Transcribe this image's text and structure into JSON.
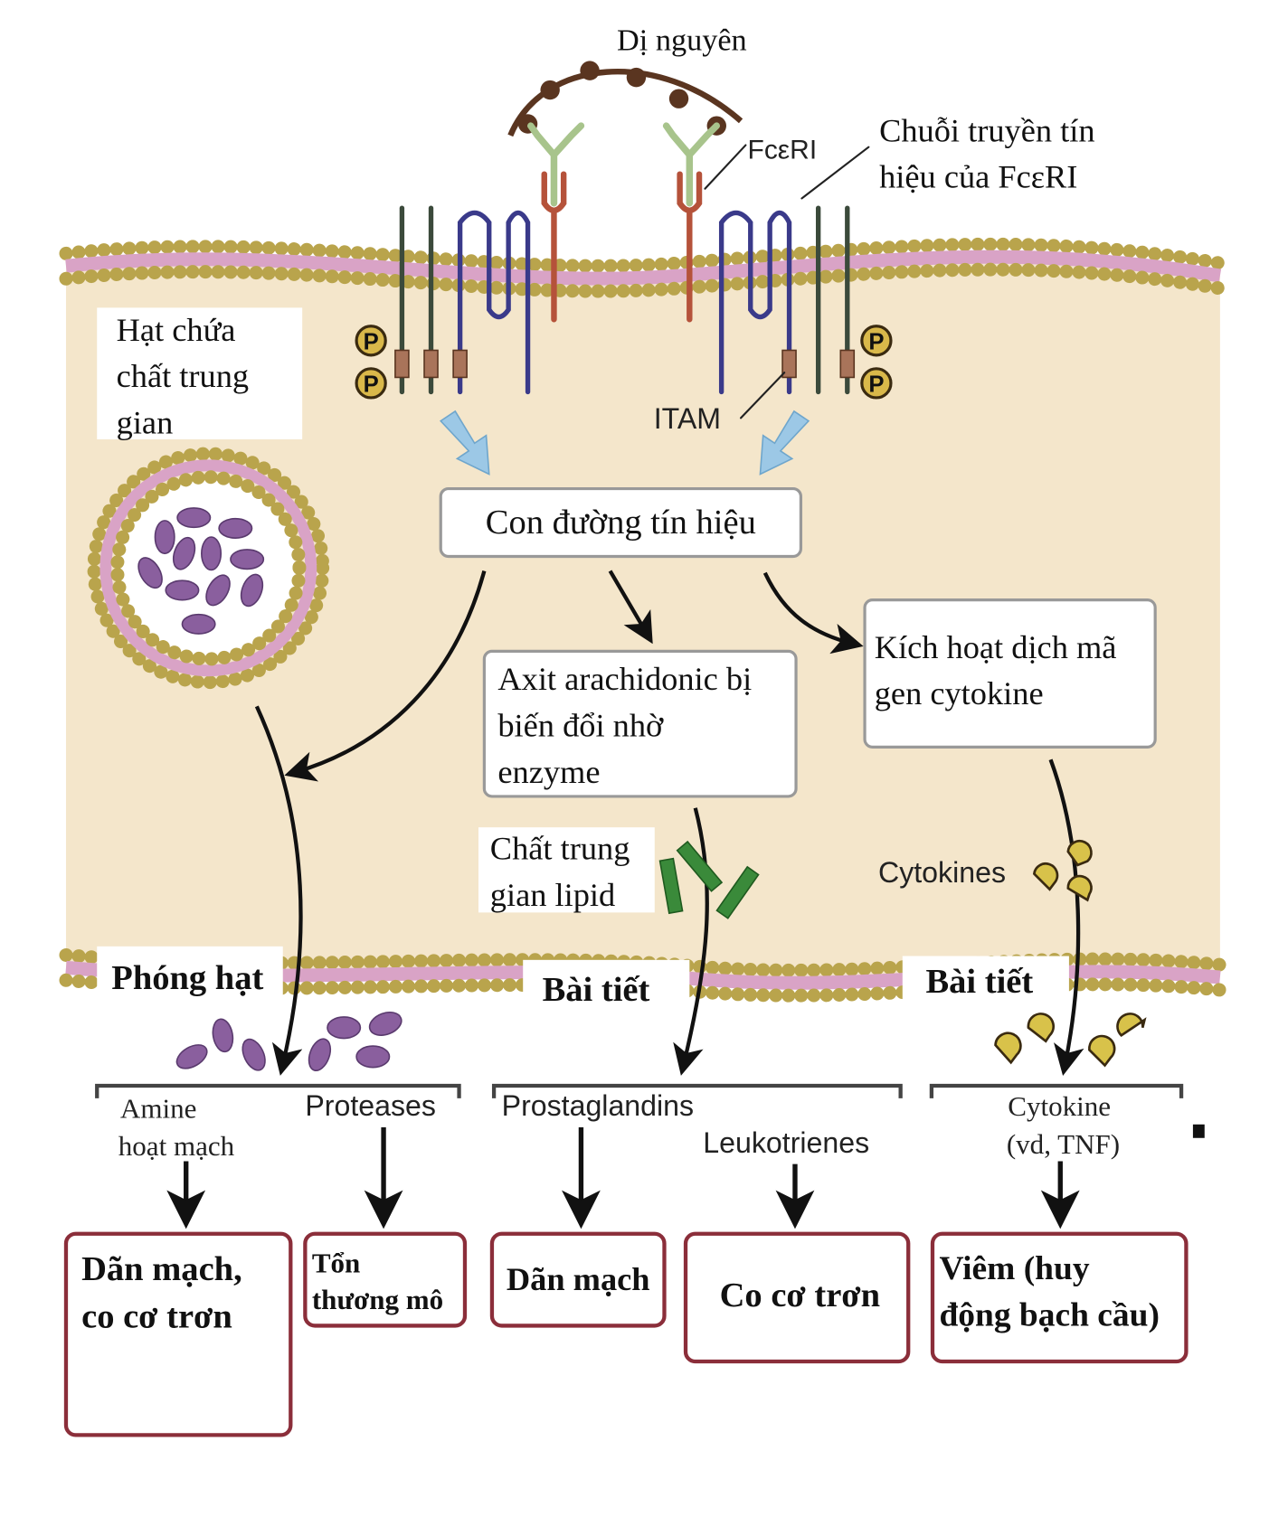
{
  "labels": {
    "allergen": "Dị nguyên",
    "fceri": "FcεRI",
    "signal_chain_1": "Chuỗi truyền tín",
    "signal_chain_2": "hiệu của FcεRI",
    "granule_1": "Hạt chứa",
    "granule_2": "chất trung",
    "granule_3": "gian",
    "itam": "ITAM",
    "phospho": "P",
    "pathway": "Con đường tín hiệu",
    "arachidonic_1": "Axit arachidonic bị",
    "arachidonic_2": "biến đổi nhờ",
    "arachidonic_3": "enzyme",
    "cytokine_gene_1": "Kích hoạt dịch mã",
    "cytokine_gene_2": "gen cytokine",
    "lipid_1": "Chất trung",
    "lipid_2": "gian lipid",
    "cytokines": "Cytokines",
    "degranulation": "Phóng hạt",
    "secretion_1": "Bài tiết",
    "secretion_2": "Bài tiết"
  },
  "mediators": {
    "amine_1": "Amine",
    "amine_2": "hoạt mạch",
    "proteases": "Proteases",
    "prostaglandins": "Prostaglandins",
    "leukotrienes": "Leukotrienes",
    "cytokine_1": "Cytokine",
    "cytokine_2": "(vd, TNF)"
  },
  "effects": {
    "e1_1": "Dãn mạch,",
    "e1_2": "co cơ trơn",
    "e2_1": "Tổn",
    "e2_2": "thương mô",
    "e3": "Dãn mạch",
    "e4": "Co cơ trơn",
    "e5_1": "Viêm (huy",
    "e5_2": "động bạch cầu)"
  },
  "colors": {
    "cytoplasm": "#f4e6cb",
    "membrane_head": "#b9a44c",
    "membrane_tail": "#d9a3c6",
    "granule": "#8a5f9e",
    "lipid": "#3a8a3a",
    "cytokine": "#d8c24a",
    "effect_border": "#8b2e3a",
    "arrow_blue": "#9cc8e6",
    "receptor_red": "#b5523a",
    "ige_green": "#a8c48c",
    "chain_blue": "#3a3a8a",
    "chain_dark": "#3b4a3b"
  }
}
